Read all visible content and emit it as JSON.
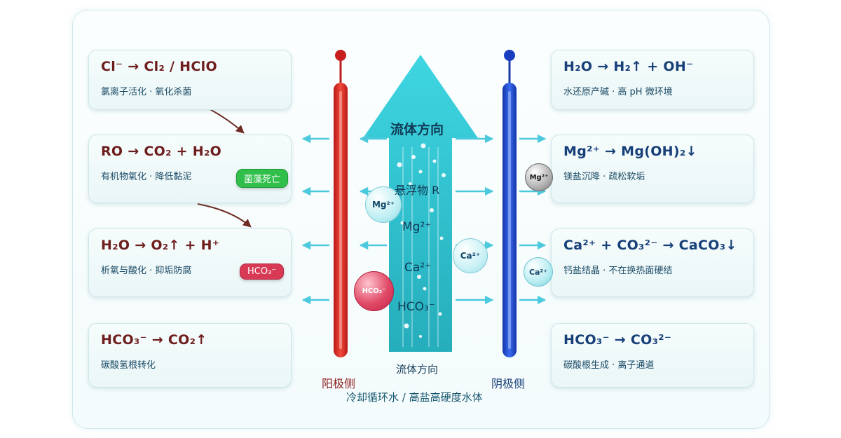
{
  "left_cards": [
    {
      "equation": "Cl⁻  →  Cl₂ / HClO",
      "description": "氯离子活化 · 氧化杀菌"
    },
    {
      "equation": "RO  →  CO₂ + H₂O",
      "description": "有机物氧化 · 降低黏泥"
    },
    {
      "equation": "H₂O  →  O₂↑ + H⁺",
      "description": "析氧与酸化 · 抑垢防腐"
    },
    {
      "equation": "HCO₃⁻  →  CO₂↑",
      "description": "碳酸氢根转化"
    }
  ],
  "right_cards": [
    {
      "equation": "H₂O  →  H₂↑ + OH⁻",
      "description": "水还原产碱 · 高 pH 微环境"
    },
    {
      "equation": "Mg²⁺  →  Mg(OH)₂↓",
      "description": "镁盐沉降 · 疏松软垢"
    },
    {
      "equation": "Ca²⁺ + CO₃²⁻ → CaCO₃↓",
      "description": "钙盐结晶 · 不在换热面硬结"
    },
    {
      "equation": "HCO₃⁻  →  CO₃²⁻",
      "description": "碳酸根生成 · 离子通道"
    }
  ],
  "tags": {
    "algae_death": "菌藻死亡",
    "hco3_tag": "HCO₃⁻"
  },
  "center": {
    "flow_direction_top": "流体方向",
    "suspended": "悬浮物 R",
    "mg_label": "Mg²⁺",
    "ca_label": "Ca²⁺",
    "hco3_label": "HCO₃⁻",
    "flow_direction_bottom": "流体方向",
    "caption": "冷却循环水 / 高盐高硬度水体"
  },
  "electrodes": {
    "anode_label": "阳极侧",
    "cathode_label": "阴极侧"
  },
  "bubbles": {
    "mg_left": "Mg²⁺",
    "hco3_left": "HCO₃⁻",
    "ca_center": "Ca²⁺",
    "mg_right": "Mg²⁺",
    "ca_right": "Ca²⁺"
  },
  "colors": {
    "anode": "#d42a2a",
    "cathode": "#1f48c8",
    "flow": "#2ec7d6",
    "tag_green": "#2fbf4a",
    "tag_red": "#d83a55"
  }
}
